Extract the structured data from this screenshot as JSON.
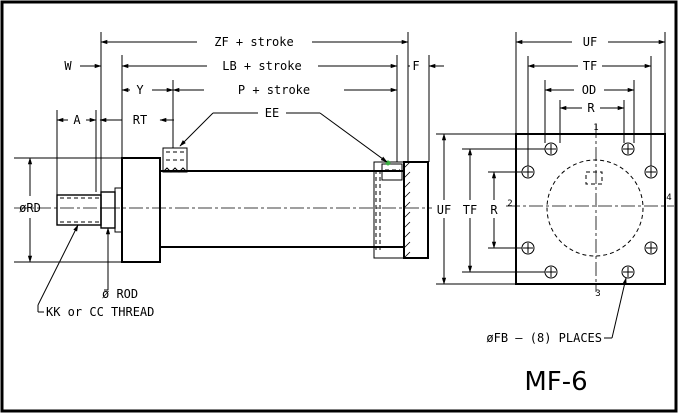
{
  "labels": {
    "zf": "ZF + stroke",
    "lb": "LB + stroke",
    "p": "P + stroke",
    "w": "W",
    "y": "Y",
    "a": "A",
    "rt": "RT",
    "ee": "EE",
    "f": "F",
    "rd": "øRD",
    "rod": "ø ROD",
    "thread": "KK or CC THREAD",
    "uf_top": "UF",
    "tf_top": "TF",
    "od": "OD",
    "r_top": "R",
    "uf_side": "UF",
    "tf_side": "TF",
    "r_side": "R",
    "fb": "øFB – (8) PLACES",
    "pos1": "1",
    "pos2": "2",
    "pos3": "3",
    "pos4": "4"
  },
  "title": "MF-6",
  "colors": {
    "line": "#000000",
    "port_fill": "#3cb043"
  }
}
